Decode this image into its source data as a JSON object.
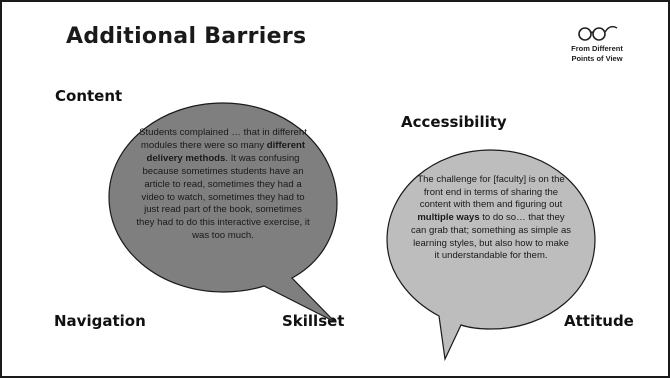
{
  "slide": {
    "title": "Additional Barriers",
    "logo": {
      "icon": "eyeglasses-icon",
      "line1": "From Different",
      "line2": "Points of View"
    },
    "labels": {
      "content": "Content",
      "accessibility": "Accessibility",
      "navigation": "Navigation",
      "skillset": "Skillset",
      "attitude": "Attitude"
    },
    "bubble1": {
      "before": "Students complained … that in different modules there were so many ",
      "bold": "different delivery methods",
      "after": ". It was confusing because sometimes students have an article to read, sometimes they had a video to watch, sometimes they had to just read part of the book, sometimes they had to do this interactive exercise, it was too much.",
      "fill": "#7f7f7f"
    },
    "bubble2": {
      "before": "The challenge for [faculty] is on the front end in terms of sharing the content with them and figuring out ",
      "bold": "multiple ways",
      "after": " to do so… that they can grab that; something as simple as learning styles, but also how to make it understandable for them.",
      "fill": "#bdbdbd"
    }
  }
}
